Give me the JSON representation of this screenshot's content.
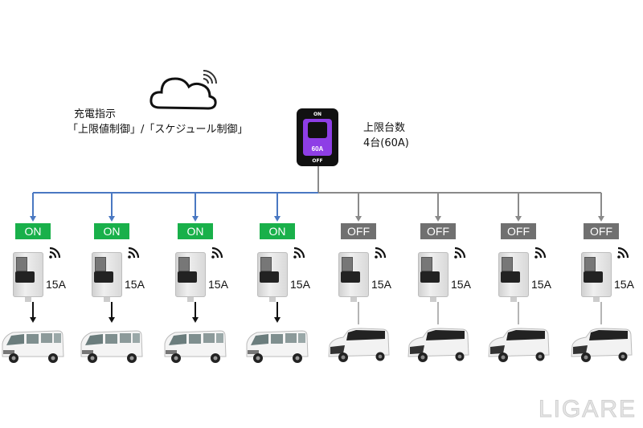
{
  "instruction": {
    "line1": "充電指示",
    "line2": "「上限値制御」/「スケジュール制御」"
  },
  "main_breaker": {
    "on_label": "ON",
    "off_label": "OFF",
    "rating": "60A"
  },
  "limit": {
    "title": "上限台数",
    "value": "4台(60A)"
  },
  "colors": {
    "on_badge": "#19b04a",
    "off_badge": "#707070",
    "active_line": "#4a78c2",
    "inactive_line": "#8a8a8a",
    "breaker_face": "#8e3ee6"
  },
  "chargers": [
    {
      "state": "ON",
      "amp": "15A",
      "vehicle": "van"
    },
    {
      "state": "ON",
      "amp": "15A",
      "vehicle": "van"
    },
    {
      "state": "ON",
      "amp": "15A",
      "vehicle": "van"
    },
    {
      "state": "ON",
      "amp": "15A",
      "vehicle": "van"
    },
    {
      "state": "OFF",
      "amp": "15A",
      "vehicle": "kei-ev"
    },
    {
      "state": "OFF",
      "amp": "15A",
      "vehicle": "kei-ev"
    },
    {
      "state": "OFF",
      "amp": "15A",
      "vehicle": "kei-ev"
    },
    {
      "state": "OFF",
      "amp": "15A",
      "vehicle": "kei-ev"
    }
  ],
  "watermark": "LIGARE"
}
